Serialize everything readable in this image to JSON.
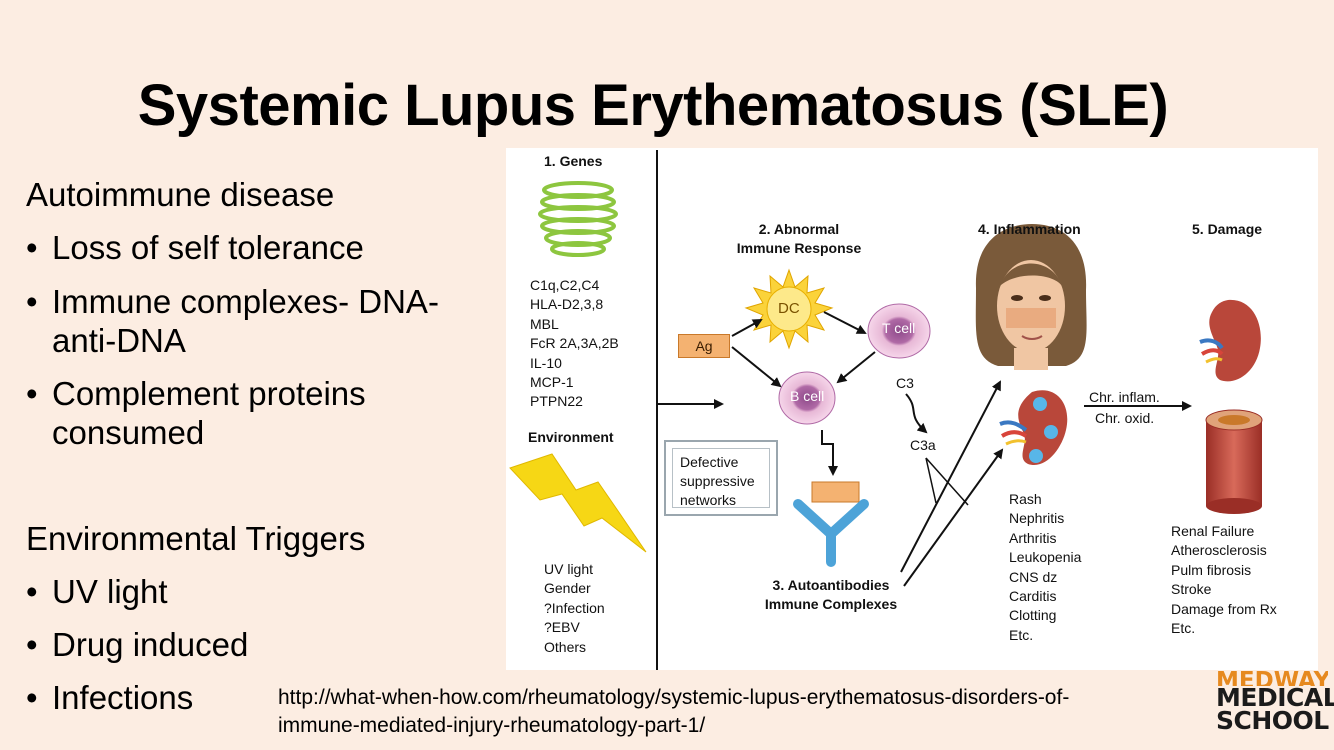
{
  "slide": {
    "title": "Systemic Lupus Erythematosus (SLE)",
    "left": {
      "heading1": "Autoimmune disease",
      "bullets1": [
        "Loss of self tolerance",
        "Immune complexes- DNA-",
        "anti-DNA",
        "Complement proteins",
        "consumed"
      ],
      "heading2": "Environmental Triggers",
      "bullets2": [
        "UV light",
        "Drug induced",
        "Infections"
      ]
    },
    "url": [
      "http://what-when-how.com/rheumatology/systemic-lupus-erythematosus-disorders-of-",
      "immune-mediated-injury-rheumatology-part-1/"
    ],
    "logo": [
      "MEDWAY",
      "MEDICAL",
      "SCHOOL"
    ]
  },
  "figure": {
    "genes": {
      "header": "1. Genes",
      "list": [
        "C1q,C2,C4",
        "HLA-D2,3,8",
        "MBL",
        "FcR 2A,3A,2B",
        "IL-10",
        "MCP-1",
        "PTPN22"
      ]
    },
    "environment": {
      "header": "Environment",
      "list": [
        "UV light",
        "Gender",
        "?Infection",
        "?EBV",
        "Others"
      ]
    },
    "immune": {
      "header": [
        "2. Abnormal",
        "Immune Response"
      ],
      "dc": "DC",
      "tcell": "T cell",
      "bcell": "B cell",
      "ag": "Ag",
      "c3": "C3",
      "c3a": "C3a",
      "defective": [
        "Defective",
        "suppressive",
        "networks"
      ]
    },
    "autoantibodies": [
      "3. Autoantibodies",
      "Immune Complexes"
    ],
    "inflammation": {
      "header": "4. Inflammation",
      "list": [
        "Rash",
        "Nephritis",
        "Arthritis",
        "Leukopenia",
        "CNS dz",
        "Carditis",
        "Clotting",
        "Etc."
      ]
    },
    "chronic": [
      "Chr. inflam.",
      "Chr. oxid."
    ],
    "damage": {
      "header": "5. Damage",
      "list": [
        "Renal Failure",
        "Atherosclerosis",
        "Pulm fibrosis",
        "Stroke",
        "Damage from Rx",
        "Etc."
      ]
    }
  }
}
